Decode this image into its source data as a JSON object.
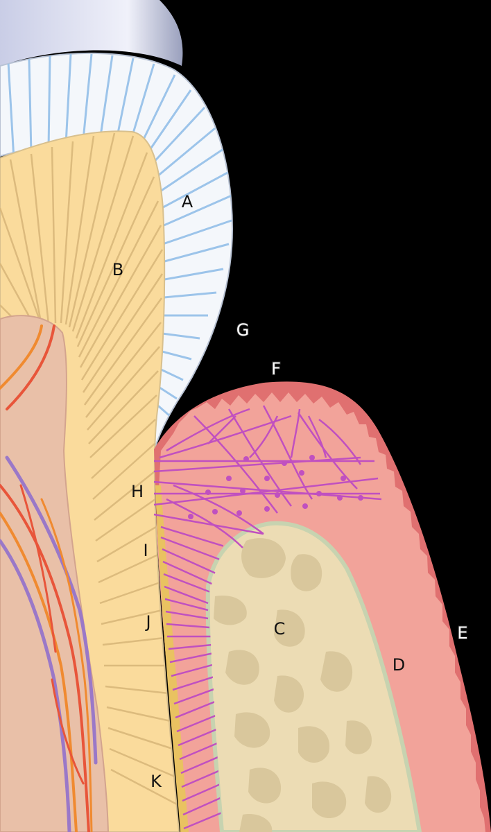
{
  "labels": {
    "A": "A",
    "B": "B",
    "C": "C",
    "D": "D",
    "E": "E",
    "F": "F",
    "G": "G",
    "H": "H",
    "I": "I",
    "J": "J",
    "K": "K"
  },
  "colors": {
    "background": "#000000",
    "enamel": "#f4f7fb",
    "enamel_lines": "#9cc4ea",
    "dentin": "#fadb9c",
    "dentin_lines": "#d9b77a",
    "pulp": "#e9c0a8",
    "cementum": "#e9c261",
    "bone": "#ecdcb4",
    "bone_marrow": "#d9c79c",
    "gingiva": "#f2a39a",
    "epithelium": "#e07070",
    "fibers": "#c050c0",
    "vessel_red": "#e8553a",
    "vessel_orange": "#f08a30",
    "nerve_purple": "#9a78c8"
  }
}
